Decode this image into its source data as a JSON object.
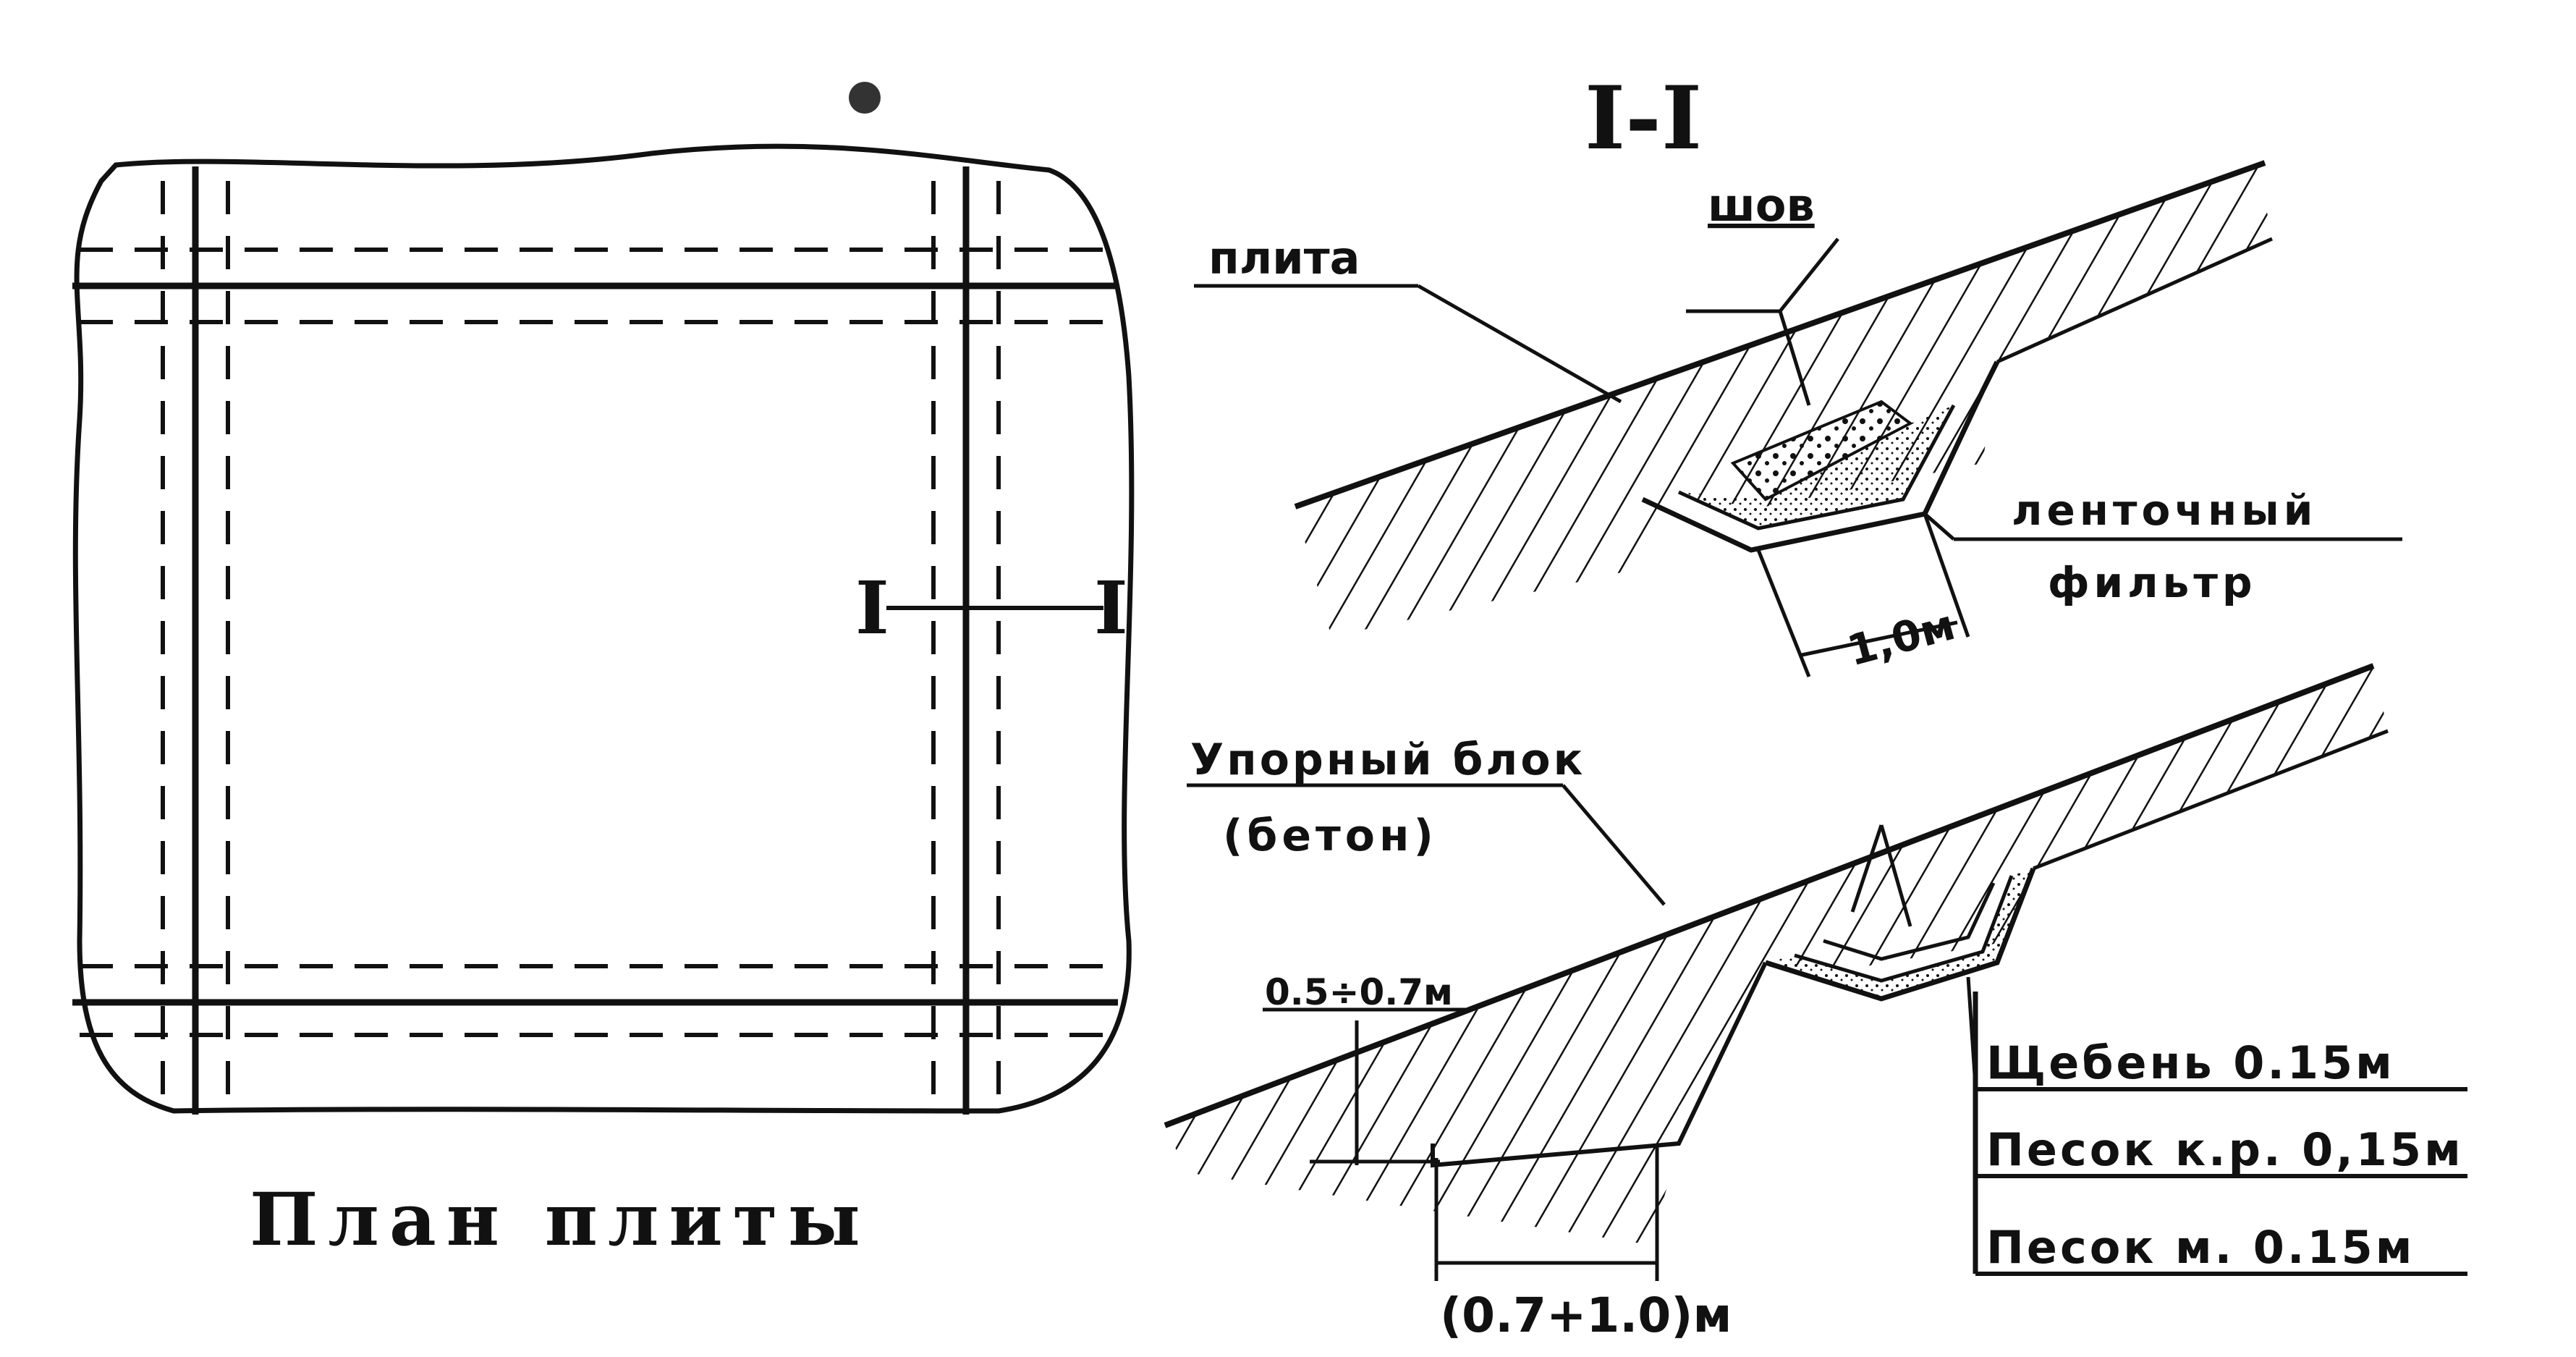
{
  "plan": {
    "title": "План плиты",
    "section_mark_left": "I",
    "section_mark_right": "I"
  },
  "section": {
    "title": "I-I",
    "seam": "шов",
    "slab": "плита",
    "filter_line1": "ленточный",
    "filter_line2": "фильтр",
    "filter_width": "1,0м"
  },
  "lower": {
    "block_line1": "Упорный блок",
    "block_line2": "(бетон)",
    "depth": "0.5÷0.7м",
    "width": "(0.7+1.0)м",
    "layers": [
      "Щебень 0.15м",
      "Песок к.р. 0,15м",
      "Песок м. 0.15м"
    ]
  }
}
